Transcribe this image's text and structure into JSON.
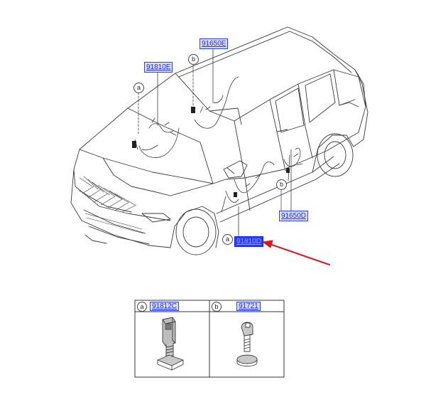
{
  "diagram": {
    "labels": {
      "harness_front_left": "91810E",
      "harness_roof": "91650E",
      "harness_rear_door": "91650D",
      "harness_front_door": "91810D"
    },
    "callouts": {
      "a": "a",
      "b": "b"
    },
    "inset": {
      "left": {
        "tag": "a",
        "part": "91812C"
      },
      "right": {
        "tag": "b",
        "part": "91721"
      }
    },
    "colors": {
      "label_text": "#1a2cff",
      "label_fill": "#d9dcff",
      "arrow": "#e0141b",
      "line": "#3a3a3a"
    }
  }
}
